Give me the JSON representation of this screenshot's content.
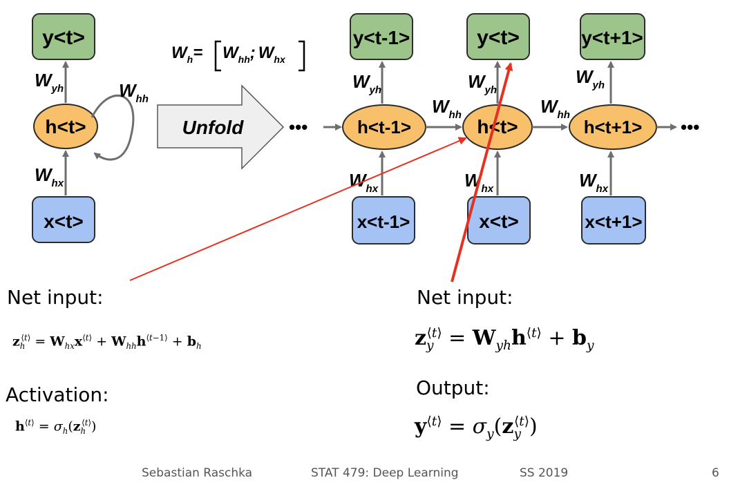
{
  "diagram": {
    "folded": {
      "output": "y<t>",
      "hidden": "h<t>",
      "input": "x<t>",
      "w_yh": "W",
      "w_yh_sub": "yh",
      "w_hh": "W",
      "w_hh_sub": "hh",
      "w_hx": "W",
      "w_hx_sub": "hx"
    },
    "wh_def": {
      "W": "W",
      "h": "h",
      "eq": "=",
      "whh": "W",
      "whh_sub": "hh",
      "sep": ";",
      "whx": "W",
      "whx_sub": "hx"
    },
    "unfold_label": "Unfold",
    "unfolded": {
      "outputs": [
        "y<t-1>",
        "y<t>",
        "y<t+1>"
      ],
      "hiddens": [
        "h<t-1>",
        "h<t>",
        "h<t+1>"
      ],
      "inputs": [
        "x<t-1>",
        "x<t>",
        "x<t+1>"
      ],
      "w": "W",
      "w_yh_sub": "yh",
      "w_hh_sub": "hh",
      "w_hx_sub": "hx",
      "ellipsis": "•••"
    },
    "colors": {
      "output_fill": "#9dc58b",
      "input_fill": "#a4c2f4",
      "hidden_fill": "#f8c06b",
      "arrow": "#6e6e6e",
      "annotation": "#e53121"
    }
  },
  "left_text": {
    "net_input_label": "Net input:",
    "activation_label": "Activation:"
  },
  "right_text": {
    "net_input_label": "Net input:",
    "output_label": "Output:"
  },
  "equations": {
    "zh": "z_h^⟨t⟩ = W_hx x^⟨t⟩ + W_hh h^⟨t−1⟩ + b_h",
    "h": "h^⟨t⟩ = σ_h(z_h^⟨t⟩)",
    "zy": "z_y^⟨t⟩ = W_yh h^⟨t⟩ + b_y",
    "y": "y^⟨t⟩ = σ_y(z_y^⟨t⟩)"
  },
  "footer": {
    "author": "Sebastian Raschka",
    "course": "STAT 479: Deep Learning",
    "term": "SS 2019",
    "page": "6"
  }
}
